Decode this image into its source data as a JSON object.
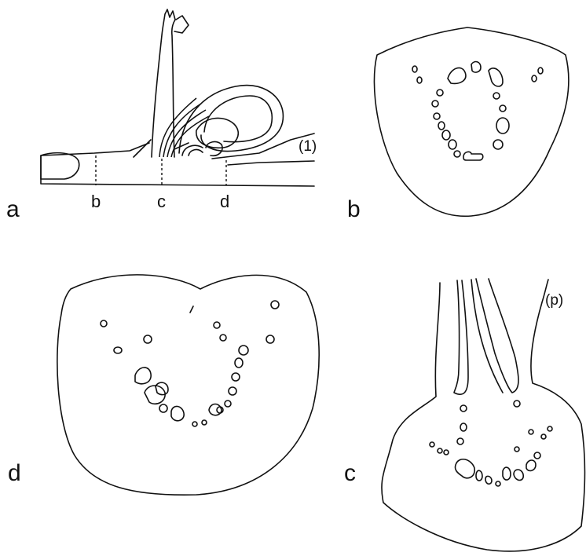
{
  "panels": {
    "a": {
      "letter": "a",
      "cut_labels": [
        "b",
        "c",
        "d"
      ],
      "annotation": "(1)"
    },
    "b": {
      "letter": "b"
    },
    "c": {
      "letter": "c",
      "annotation": "(p)"
    },
    "d": {
      "letter": "d"
    }
  }
}
